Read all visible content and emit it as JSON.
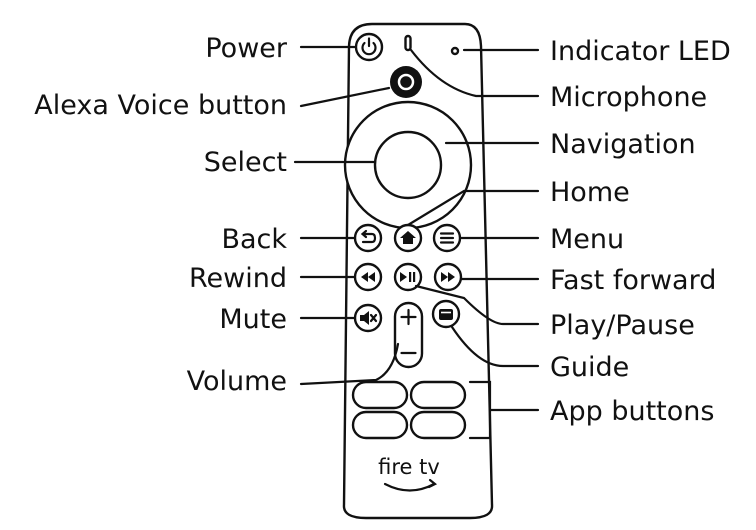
{
  "labels": {
    "power": "Power",
    "alexa_voice_button": "Alexa Voice button",
    "select": "Select",
    "back": "Back",
    "rewind": "Rewind",
    "mute": "Mute",
    "volume": "Volume",
    "indicator_led": "Indicator LED",
    "microphone": "Microphone",
    "navigation": "Navigation",
    "home": "Home",
    "menu": "Menu",
    "fast_forward": "Fast forward",
    "play_pause": "Play/Pause",
    "guide": "Guide",
    "app_buttons": "App buttons"
  },
  "remote": {
    "brand": "fire tv"
  },
  "icons": {
    "power": "power-icon",
    "alexa": "alexa-voice-icon",
    "back": "back-arrow-icon",
    "home": "home-icon",
    "menu": "menu-lines-icon",
    "rewind": "rewind-icon",
    "play_pause": "play-pause-icon",
    "fast_forward": "fast-forward-icon",
    "mute": "mute-icon",
    "guide": "guide-icon",
    "smile": "amazon-smile-icon"
  }
}
